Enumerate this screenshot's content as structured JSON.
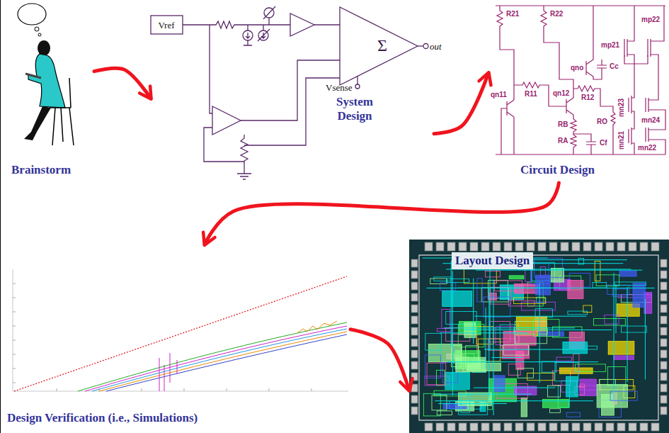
{
  "diagram": {
    "nodes": [
      {
        "text": [
          "Brainstorm"
        ]
      },
      {
        "text": [
          "System Design"
        ]
      },
      {
        "text": [
          "Circuit Design"
        ]
      },
      {
        "text": [
          "Design Verification (i.e., Simulations)"
        ]
      },
      {
        "text": [
          "Layout Design"
        ]
      }
    ],
    "edges": [
      {
        "from": 0,
        "to": 1,
        "arrow": "to"
      },
      {
        "from": 1,
        "to": 2,
        "arrow": "to"
      },
      {
        "from": 2,
        "to": 3,
        "arrow": "to"
      },
      {
        "from": 3,
        "to": 4,
        "arrow": "to"
      }
    ],
    "labels": [
      "Vref",
      "Vsense",
      "out",
      "Σ",
      "R21",
      "R22",
      "mp22",
      "mp21",
      "qno",
      "qn11",
      "R11",
      "qn12",
      "R12",
      "RB",
      "RA",
      "Cf",
      "RO",
      "Cc",
      "mn23",
      "mn24",
      "mn21",
      "mn22"
    ]
  }
}
